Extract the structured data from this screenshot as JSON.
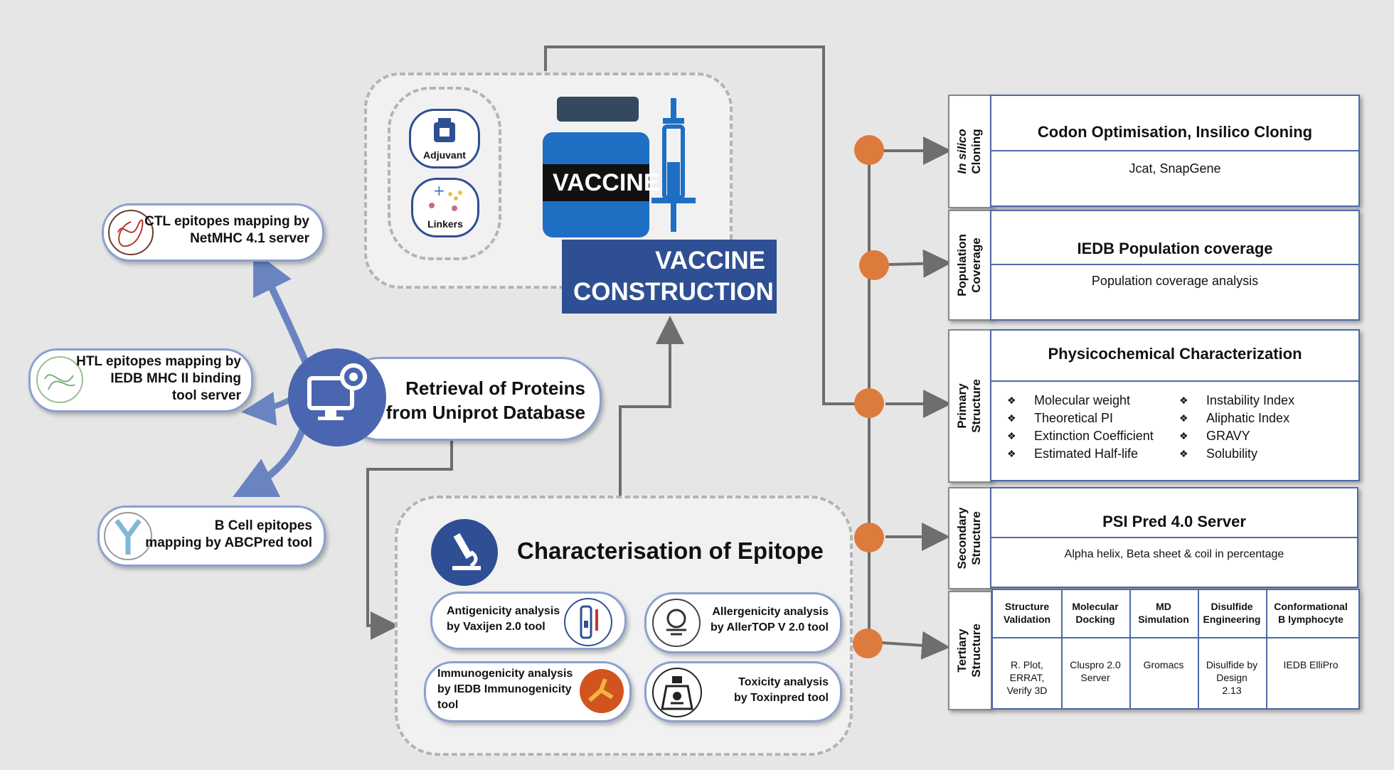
{
  "left": {
    "center_title": "Retrieval of Proteins from Uniprot Database",
    "center_line1": "Retrieval of Proteins",
    "center_line2": "from Uniprot Database",
    "ctl_line1": "CTL epitopes mapping by",
    "ctl_line2": "NetMHC 4.1 server",
    "htl_line1": "HTL epitopes mapping by",
    "htl_line2": "IEDB MHC II binding",
    "htl_line3": "tool server",
    "bcell_line1": "B Cell epitopes",
    "bcell_line2": "mapping by ABCPred tool"
  },
  "vaccine": {
    "adjuvant": "Adjuvant",
    "linkers": "Linkers",
    "bottle_label": "VACCINE",
    "construction_line1": "VACCINE",
    "construction_line2": "CONSTRUCTION"
  },
  "epitope": {
    "title": "Characterisation of Epitope",
    "antigenicity_line1": "Antigenicity analysis",
    "antigenicity_line2": "by Vaxijen 2.0 tool",
    "allergenicity_line1": "Allergenicity analysis",
    "allergenicity_line2": "by AllerTOP V 2.0 tool",
    "immunogenicity_line1": "Immunogenicity analysis",
    "immunogenicity_line2": "by IEDB Immunogenicity",
    "immunogenicity_line3": "tool",
    "toxicity_line1": "Toxicity analysis",
    "toxicity_line2": "by Toxinpred tool"
  },
  "right": {
    "cloning": {
      "side_line1": "In silico",
      "side_line2": "Cloning",
      "title": "Codon Optimisation, Insilico Cloning",
      "sub": "Jcat, SnapGene"
    },
    "population": {
      "side_line1": "Population",
      "side_line2": "Coverage",
      "title": "IEDB Population coverage",
      "sub": "Population coverage analysis"
    },
    "primary": {
      "side_line1": "Primary",
      "side_line2": "Structure",
      "title": "Physicochemical Characterization",
      "bullet_symbol": "❖",
      "left_items": [
        "Molecular weight",
        "Theoretical PI",
        "Extinction Coefficient",
        "Estimated Half-life"
      ],
      "right_items": [
        "Instability Index",
        "Aliphatic Index",
        "GRAVY",
        "Solubility"
      ]
    },
    "secondary": {
      "side_line1": "Secondary",
      "side_line2": "Structure",
      "title": "PSI Pred 4.0 Server",
      "sub": "Alpha helix, Beta sheet & coil in percentage"
    },
    "tertiary": {
      "side_line1": "Tertiary",
      "side_line2": "Structure",
      "headers": [
        [
          "Structure",
          "Validation"
        ],
        [
          "Molecular",
          "Docking"
        ],
        [
          "MD",
          "Simulation"
        ],
        [
          "Disulfide",
          "Engineering"
        ],
        [
          "Conformational",
          "B lymphocyte"
        ]
      ],
      "values": [
        [
          "R. Plot,",
          "ERRAT,",
          "Verify 3D"
        ],
        [
          "Cluspro 2.0",
          "Server"
        ],
        [
          "Gromacs"
        ],
        [
          "Disulfide by",
          "Design",
          "2.13"
        ],
        [
          "IEDB ElliPro"
        ]
      ]
    }
  },
  "colors": {
    "background": "#e6e6e6",
    "blue": "#2e4f93",
    "orange": "#dd7b3d",
    "wire": "#6e6e6e"
  }
}
